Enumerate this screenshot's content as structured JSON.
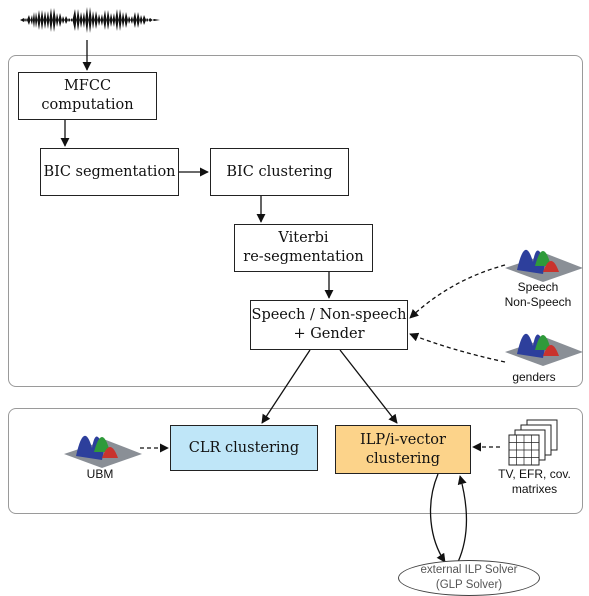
{
  "boxes": {
    "mfcc": "MFCC\ncomputation",
    "bic_seg": "BIC segmentation",
    "bic_clust": "BIC clustering",
    "viterbi": "Viterbi\nre-segmentation",
    "speech": "Speech / Non-speech\n+ Gender",
    "clr": "CLR clustering",
    "ilp": "ILP/i-vector\nclustering"
  },
  "labels": {
    "speech_models": "Speech\nNon-Speech",
    "genders": "genders",
    "ubm": "UBM",
    "matrices": "TV, EFR, cov.\nmatrixes"
  },
  "solver": "external ILP Solver\n(GLP Solver)",
  "colors": {
    "clr_fill": "#bfe6f8",
    "ilp_fill": "#fcd38a"
  },
  "icons": [
    "waveform-icon",
    "gaussian-mixture-icon",
    "matrix-stack-icon"
  ]
}
